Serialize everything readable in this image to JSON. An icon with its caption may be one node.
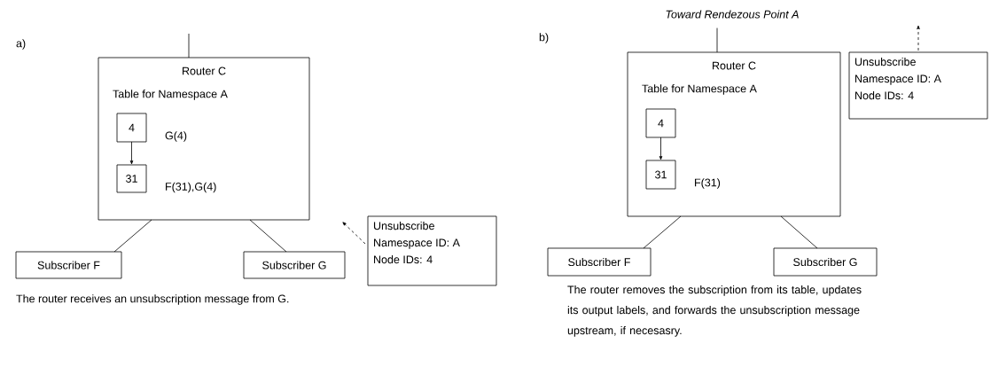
{
  "diagram": {
    "nodes": [
      {
        "text": [
          "Router C",
          "Table for Namespace A"
        ]
      },
      {
        "text": [
          "4"
        ],
        "in": 0,
        "beside": [
          "G(4)"
        ]
      },
      {
        "text": [
          "31"
        ],
        "in": 0,
        "beside": [
          "F(31),G(4)"
        ]
      },
      {
        "text": [
          "Subscriber F"
        ]
      },
      {
        "text": [
          "Subscriber G"
        ]
      },
      {
        "text": [
          "Unsubscribe",
          "Namespace ID: A",
          "Node IDs: 4"
        ]
      },
      {
        "text": [
          "Router C",
          "Table for Namespace A"
        ]
      },
      {
        "text": [
          "4"
        ],
        "in": 6
      },
      {
        "text": [
          "31"
        ],
        "in": 6,
        "beside": [
          "F(31)"
        ]
      },
      {
        "text": [
          "Subscriber F"
        ]
      },
      {
        "text": [
          "Subscriber G"
        ]
      },
      {
        "text": [
          "Unsubscribe",
          "Namespace ID: A",
          "Node IDs: 4"
        ]
      },
      {
        "text": [
          "Toward Rendezous Point A"
        ]
      }
    ],
    "edges": [
      {
        "from": 0,
        "to": null,
        "arrow": "none"
      },
      {
        "from": 1,
        "to": 2,
        "arrow": "to"
      },
      {
        "from": 0,
        "to": 3,
        "arrow": "none"
      },
      {
        "from": 0,
        "to": 4,
        "arrow": "none"
      },
      {
        "from": 5,
        "to": null,
        "arrow": "to",
        "style": "dashed"
      },
      {
        "from": 6,
        "to": 12,
        "arrow": "none"
      },
      {
        "from": 7,
        "to": 8,
        "arrow": "to"
      },
      {
        "from": 6,
        "to": 9,
        "arrow": "none"
      },
      {
        "from": 6,
        "to": 10,
        "arrow": "none"
      },
      {
        "from": 11,
        "to": null,
        "arrow": "to",
        "style": "dashed"
      }
    ],
    "labels": [
      "a)",
      "The router receives an unsubscription message from G.",
      "b)",
      "The router removes the subscription from its table, updates its output labels, and forwards the unsubscription message upstream, if necesasry."
    ]
  }
}
